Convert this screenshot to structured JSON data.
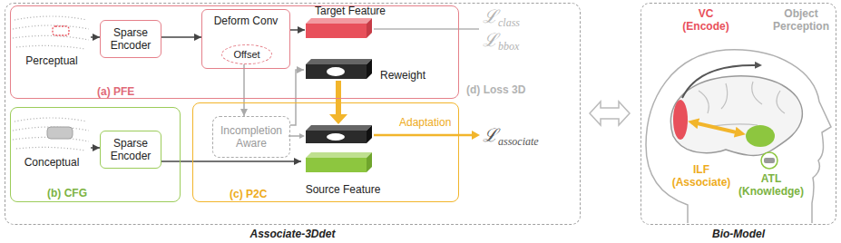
{
  "diagram": {
    "nodes": [
      {
        "text": [
          "Associate-3Ddet"
        ]
      },
      {
        "text": [
          "(a) PFE"
        ],
        "in": 0
      },
      {
        "text": [
          "Perceptual"
        ],
        "in": 1
      },
      {
        "text": [
          "Sparse Encoder"
        ],
        "in": 1
      },
      {
        "text": [
          "Deform Conv"
        ],
        "in": 1
      },
      {
        "text": [
          "Offset"
        ],
        "in": 4
      },
      {
        "text": [
          "Target Feature"
        ],
        "in": 1
      },
      {
        "text": [
          "Reweight"
        ],
        "in": 1
      },
      {
        "text": [
          "(b) CFG"
        ],
        "in": 0
      },
      {
        "text": [
          "Conceptual"
        ],
        "in": 8
      },
      {
        "text": [
          "Sparse Encoder"
        ],
        "in": 8
      },
      {
        "text": [
          "(c) P2C"
        ],
        "in": 0
      },
      {
        "text": [
          "Incompletion Aware"
        ],
        "in": 11
      },
      {
        "text": [
          "Source Feature"
        ],
        "in": 11
      },
      {
        "text": [
          "Bio-Model"
        ]
      }
    ],
    "edges": [
      {
        "from": 2,
        "to": 3,
        "arrow": "to"
      },
      {
        "from": 3,
        "to": 4,
        "arrow": "to"
      },
      {
        "from": 4,
        "to": 6,
        "arrow": "to"
      },
      {
        "from": 5,
        "to": 12,
        "arrow": "to"
      },
      {
        "from": 12,
        "to": 7,
        "arrow": "to"
      },
      {
        "from": 9,
        "to": 10,
        "arrow": "to"
      },
      {
        "from": 10,
        "to": 13,
        "arrow": "to"
      }
    ],
    "labels": [
      "ℒclass",
      "ℒbbox",
      "(d) Loss 3D",
      "Adaptation",
      "ℒassociate",
      "VC (Encode)",
      "Object Perception",
      "ILF (Associate)",
      "ATL (Knowledge)"
    ]
  }
}
